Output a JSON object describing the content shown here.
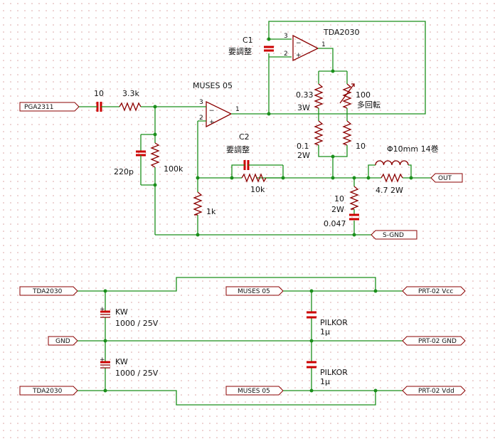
{
  "ports": {
    "in_pga": "PGA2311",
    "out": "OUT",
    "sgnd": "S-GND",
    "tda_top": "TDA2030",
    "tda_bot": "TDA2030",
    "gnd": "GND",
    "muses_top": "MUSES 05",
    "muses_bot": "MUSES 05",
    "prt_vcc": "PRT-02 Vcc",
    "prt_gnd": "PRT-02 GND",
    "prt_vdd": "PRT-02 Vdd"
  },
  "labels": {
    "c_in": "10",
    "r_in": "3.3k",
    "c_220p": "220p",
    "r_100k": "100k",
    "muses_name": "MUSES 05",
    "c1_name": "C1",
    "c1_note": "要調整",
    "tda_name": "TDA2030",
    "c2_name": "C2",
    "c2_note": "要調整",
    "r_10k": "10k",
    "r_1k": "1k",
    "r_033": "0.33",
    "r_033_w": "3W",
    "r_01": "0.1",
    "r_01_w": "2W",
    "vr_100": "100",
    "vr_note": "多回転",
    "r_10_right": "10",
    "coil": "Φ10mm 14巻",
    "coil_r": "4.7 2W",
    "zobel_r": "10",
    "zobel_r_w": "2W",
    "zobel_c": "0.047",
    "kw_top_name": "KW",
    "kw_top_val": "1000 / 25V",
    "kw_bot_name": "KW",
    "kw_bot_val": "1000 / 25V",
    "pilkor_top_name": "PILKOR",
    "pilkor_top_val": "1μ",
    "pilkor_bot_name": "PILKOR",
    "pilkor_bot_val": "1μ"
  },
  "pins": {
    "muses_p3": "3",
    "muses_p2": "2",
    "muses_p1": "1",
    "tda_p3": "3",
    "tda_p2": "2",
    "tda_p1": "1",
    "muses_minus": "−",
    "muses_plus": "+",
    "tda_minus": "−",
    "tda_plus": "+",
    "kw_top_plus": "+",
    "kw_bot_plus": "+"
  },
  "colors": {
    "wire": "#1b8f1b",
    "component": "#8b0000",
    "capacitor_plate": "#cc0000",
    "grid_dot": "#d9a0a0",
    "background": "#ffffff"
  }
}
